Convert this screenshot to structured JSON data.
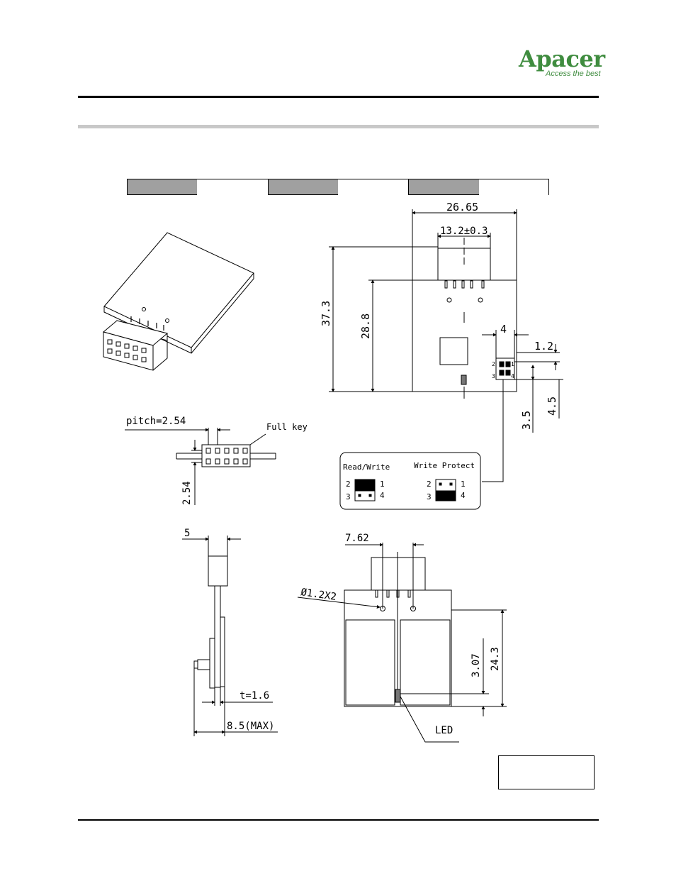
{
  "header": {
    "brand": "Apacer",
    "tagline": "Access the best"
  },
  "colors": {
    "brand_green": "#3f8c3f",
    "rule_gray": "#c8c8c8",
    "tab_shade": "#a0a0a0"
  },
  "tabs": [
    "",
    "",
    "",
    "",
    "",
    ""
  ],
  "drawing": {
    "top_width": "26.65",
    "connector_width": "13.2±0.3",
    "total_height": "37.3",
    "body_height": "28.8",
    "jumper_width": "4",
    "jumper_offset": "1.2",
    "jumper_from_bottom_a": "3.5",
    "jumper_from_bottom_b": "4.5",
    "pin_jumper_small_1": "1",
    "pin_jumper_small_2": "2",
    "pin_jumper_small_3": "3",
    "pin_jumper_small_4": "4",
    "pitch_label": "pitch=2.54",
    "full_key_label": "Full key",
    "row_pitch": "2.54",
    "legend": {
      "read_write": "Read/Write",
      "write_protect": "Write Protect",
      "pin1": "1",
      "pin2": "2",
      "pin3": "3",
      "pin4": "4"
    },
    "side_width": "5",
    "thickness": "t=1.6",
    "max_depth": "8.5(MAX)",
    "hole_spacing": "7.62",
    "hole_label": "Ø1.2X2",
    "led_offset": "3.07",
    "bottom_height": "24.3",
    "led_label": "LED"
  }
}
